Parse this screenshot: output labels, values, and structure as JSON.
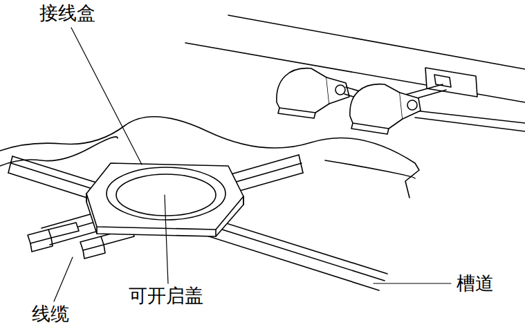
{
  "diagram": {
    "labels": [
      "接线盒",
      "可开启盖",
      "线缆",
      "槽道"
    ]
  }
}
